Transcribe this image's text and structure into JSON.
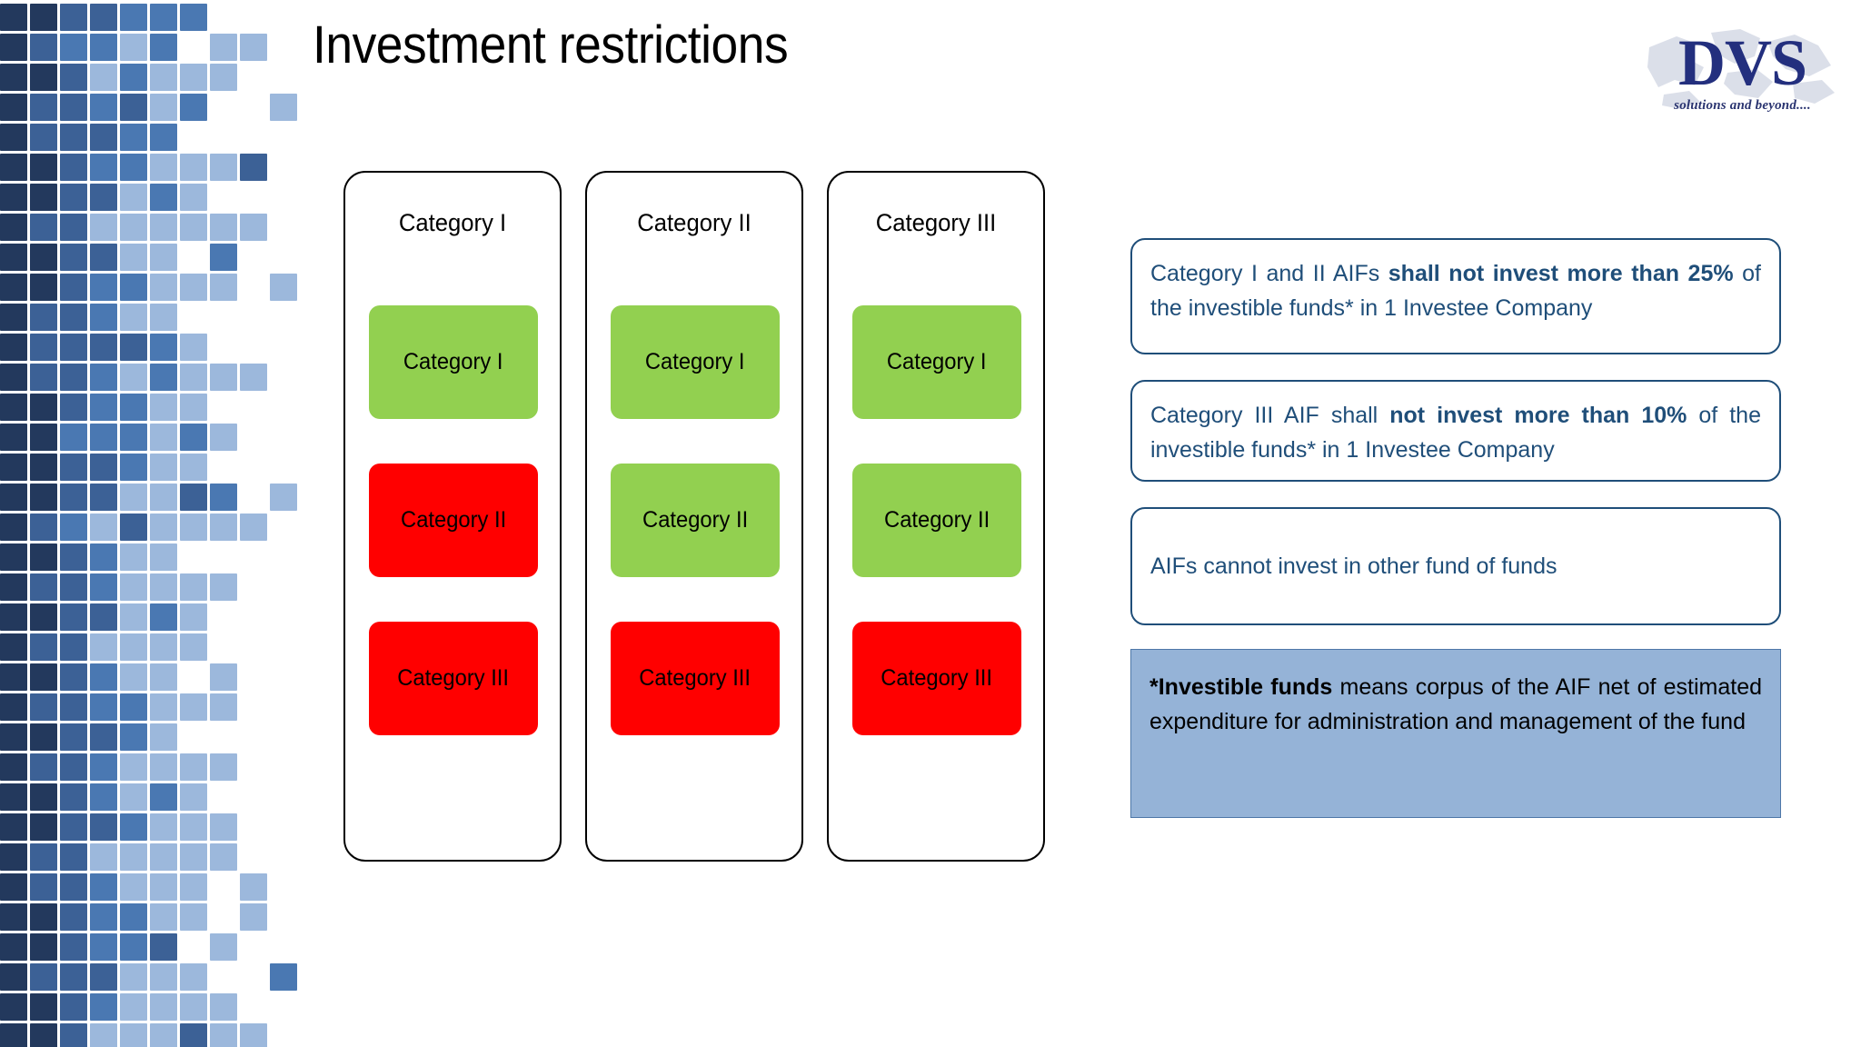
{
  "slide": {
    "title": "Investment restrictions",
    "background": "#ffffff"
  },
  "logo": {
    "wordmark": "DVS",
    "tagline": "solutions and beyond....",
    "color": "#232F7E"
  },
  "colors": {
    "navy_text": "#1F4E79",
    "allowed_green": "#92D050",
    "restricted_red": "#FF0000",
    "note_fill": "#95B3D7",
    "card_border": "#000000",
    "mosaic_dark": "#23395D",
    "mosaic_light": "#9CB8DC"
  },
  "matrix": {
    "columns": [
      {
        "header": "Category I",
        "rows": [
          {
            "label": "Category I",
            "status": "allowed",
            "color": "#92D050"
          },
          {
            "label": "Category II",
            "status": "restricted",
            "color": "#FF0000"
          },
          {
            "label": "Category III",
            "status": "restricted",
            "color": "#FF0000"
          }
        ]
      },
      {
        "header": "Category II",
        "rows": [
          {
            "label": "Category I",
            "status": "allowed",
            "color": "#92D050"
          },
          {
            "label": "Category II",
            "status": "allowed",
            "color": "#92D050"
          },
          {
            "label": "Category III",
            "status": "restricted",
            "color": "#FF0000"
          }
        ]
      },
      {
        "header": "Category III",
        "rows": [
          {
            "label": "Category I",
            "status": "allowed",
            "color": "#92D050"
          },
          {
            "label": "Category II",
            "status": "allowed",
            "color": "#92D050"
          },
          {
            "label": "Category III",
            "status": "restricted",
            "color": "#FF0000"
          }
        ]
      }
    ]
  },
  "callouts": [
    {
      "id": "callout-25-percent",
      "style": "outline",
      "segments": [
        {
          "text": "Category I and II AIFs ",
          "bold": false
        },
        {
          "text": "shall not invest more than 25%",
          "bold": true
        },
        {
          "text": " of the investible funds* in 1 Investee Company",
          "bold": false
        }
      ],
      "plain": "Category I and II AIFs shall not invest more than 25% of the investible funds* in 1 Investee Company"
    },
    {
      "id": "callout-10-percent",
      "style": "outline",
      "segments": [
        {
          "text": "Category III AIF shall ",
          "bold": false
        },
        {
          "text": "not invest more than 10%",
          "bold": true
        },
        {
          "text": " of the investible funds* in 1 Investee Company",
          "bold": false
        }
      ],
      "plain": "Category III AIF shall not invest more than 10% of the investible funds* in 1 Investee Company"
    },
    {
      "id": "callout-fund-of-funds",
      "style": "outline",
      "segments": [
        {
          "text": "AIFs cannot invest in other fund of funds",
          "bold": false
        }
      ],
      "plain": "AIFs cannot invest in other fund of funds"
    },
    {
      "id": "callout-investible-funds-note",
      "style": "filled",
      "segments": [
        {
          "text": "*Investible funds",
          "bold": true
        },
        {
          "text": " means corpus of the AIF net of estimated expenditure for administration and management of the fund",
          "bold": false
        }
      ],
      "plain": "*Investible funds means corpus of the AIF net of estimated expenditure for administration and management of the fund"
    }
  ],
  "mosaic": {
    "tile_size": 30,
    "gap": 3,
    "rows": 35,
    "palette": [
      "#23395D",
      "#2B4268",
      "#335076",
      "#3C6196",
      "#4A78B2",
      "#5B8AC0",
      "#7FA4CE",
      "#9CB8DC",
      "#A8C1E0"
    ],
    "pattern": [
      [
        0,
        0,
        3,
        3,
        4,
        4,
        4,
        -1,
        -1,
        -1
      ],
      [
        0,
        3,
        4,
        4,
        7,
        4,
        -1,
        7,
        7,
        -1
      ],
      [
        0,
        0,
        3,
        7,
        4,
        7,
        7,
        7,
        -1,
        -1
      ],
      [
        0,
        3,
        3,
        4,
        3,
        7,
        4,
        -1,
        -1,
        7
      ],
      [
        0,
        3,
        3,
        3,
        4,
        4,
        -1,
        -1,
        -1,
        -1
      ],
      [
        0,
        0,
        3,
        4,
        4,
        7,
        7,
        7,
        3,
        -1
      ],
      [
        0,
        0,
        3,
        3,
        7,
        4,
        7,
        -1,
        -1,
        -1
      ],
      [
        0,
        3,
        3,
        7,
        7,
        7,
        7,
        7,
        7,
        -1
      ],
      [
        0,
        0,
        3,
        3,
        7,
        7,
        -1,
        4,
        -1,
        -1
      ],
      [
        0,
        0,
        3,
        4,
        4,
        7,
        7,
        7,
        -1,
        7
      ],
      [
        0,
        3,
        3,
        4,
        7,
        7,
        -1,
        -1,
        -1,
        -1
      ],
      [
        0,
        3,
        3,
        3,
        3,
        4,
        7,
        -1,
        -1,
        -1
      ],
      [
        0,
        3,
        3,
        4,
        7,
        4,
        7,
        7,
        7,
        -1
      ],
      [
        0,
        0,
        3,
        4,
        4,
        7,
        7,
        -1,
        -1,
        -1
      ],
      [
        0,
        0,
        4,
        4,
        4,
        7,
        4,
        7,
        -1,
        -1
      ],
      [
        0,
        0,
        3,
        3,
        4,
        7,
        7,
        -1,
        -1,
        -1
      ],
      [
        0,
        0,
        3,
        3,
        7,
        7,
        3,
        4,
        -1,
        7
      ],
      [
        0,
        3,
        4,
        7,
        3,
        7,
        7,
        7,
        7,
        -1
      ],
      [
        0,
        0,
        3,
        4,
        7,
        7,
        -1,
        -1,
        -1,
        -1
      ],
      [
        0,
        3,
        3,
        4,
        7,
        7,
        7,
        7,
        -1,
        -1
      ],
      [
        0,
        0,
        3,
        3,
        7,
        4,
        7,
        -1,
        -1,
        -1
      ],
      [
        0,
        3,
        3,
        7,
        7,
        7,
        7,
        -1,
        -1,
        -1
      ],
      [
        0,
        0,
        3,
        4,
        7,
        7,
        -1,
        7,
        -1,
        -1
      ],
      [
        0,
        3,
        3,
        4,
        4,
        7,
        7,
        7,
        -1,
        -1
      ],
      [
        0,
        0,
        3,
        3,
        4,
        7,
        -1,
        -1,
        -1,
        -1
      ],
      [
        0,
        3,
        3,
        4,
        7,
        7,
        7,
        7,
        -1,
        -1
      ],
      [
        0,
        0,
        3,
        4,
        7,
        4,
        7,
        -1,
        -1,
        -1
      ],
      [
        0,
        0,
        3,
        3,
        4,
        7,
        7,
        7,
        -1,
        -1
      ],
      [
        0,
        3,
        3,
        7,
        7,
        7,
        7,
        7,
        -1,
        -1
      ],
      [
        0,
        3,
        3,
        4,
        7,
        7,
        7,
        -1,
        7,
        -1
      ],
      [
        0,
        0,
        3,
        4,
        4,
        7,
        7,
        -1,
        7,
        -1
      ],
      [
        0,
        0,
        3,
        4,
        4,
        3,
        -1,
        7,
        -1,
        -1
      ],
      [
        0,
        3,
        3,
        3,
        7,
        7,
        7,
        -1,
        -1,
        4
      ],
      [
        0,
        0,
        3,
        4,
        7,
        7,
        7,
        7,
        -1,
        -1
      ],
      [
        0,
        0,
        3,
        7,
        7,
        7,
        3,
        7,
        7,
        -1
      ],
      [
        0,
        0,
        3,
        3,
        4,
        7,
        -1,
        -1,
        -1,
        -1
      ]
    ]
  }
}
